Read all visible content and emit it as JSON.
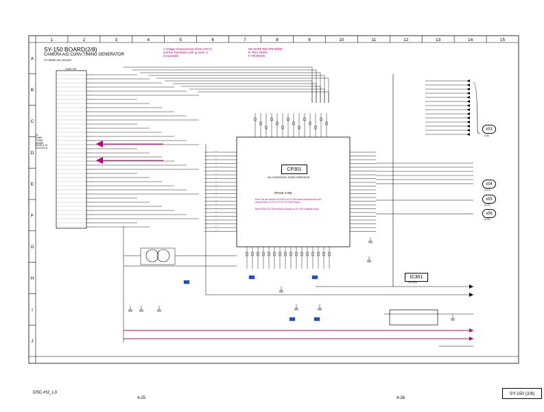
{
  "sheet": {
    "title": "SY-150 BOARD(2/8)",
    "subtitle": "CAMERA A/D CONV,TIMING GENERATOR",
    "mount": "XX MARK:NO MOUNT",
    "note_voltage": "A Voltage measurement of the CSP IC\nand the Transistors with ▲ mark, is\nnot possible.",
    "note_mode": "NO MARK:REC/PB MODE\nR :REC MODE\nP :PB MODE",
    "footer_model": "DSC-H2_L3",
    "page_left": "4-25",
    "page_right": "4-26",
    "sheet_id": "SY-150 (2/8)"
  },
  "grid": {
    "columns": [
      "1",
      "2",
      "3",
      "4",
      "5",
      "6",
      "7",
      "8",
      "9",
      "10",
      "11",
      "12",
      "13",
      "14",
      "15"
    ],
    "rows": [
      "A",
      "B",
      "C",
      "D",
      "E",
      "F",
      "G",
      "H",
      "I",
      "J"
    ]
  },
  "connector": {
    "label": "To\nCN601\nFLASH\nBOARD\n(PAGE 4-19\nof LEVEL 3)",
    "header": "CN301 16P"
  },
  "chips": {
    "cp301_name": "CP301",
    "cp301_desc": "A/D CONVERSION, TIMING GENERATOR",
    "cp301_page": "(PAGE 4-09)",
    "cp301_note1": "Note:The pin number of CP301 on SY-150 board corresponds to the number from C1-D7 to C7-D7 of CP301 board.",
    "cp301_note2": "Note:CP301 (SY-150 board) is include on SY-150 complete board.",
    "ic301_name": "IC301",
    "ic301_desc": "3.3V REG"
  },
  "refs": {
    "r03": "ε03",
    "r04": "ε04",
    "r05": "ε05",
    "r06": "ε06",
    "r03_page": "(4-8)",
    "r04_page": "(4-10)",
    "r05_page": "(4-20)",
    "r06_page": "(4-20)"
  },
  "colors": {
    "magenta": "#c0007a",
    "blue": "#1f4fd1",
    "grey": "#8c8c8c",
    "line": "#000000"
  }
}
